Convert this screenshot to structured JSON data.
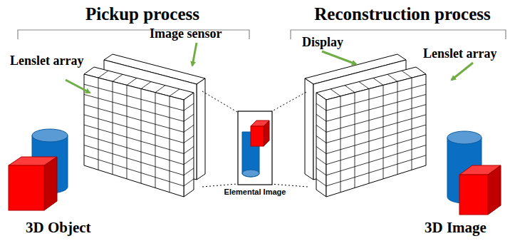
{
  "diagram": {
    "nodes": [
      {
        "text": [
          "Elemental Image"
        ]
      }
    ],
    "labels": [
      "Pickup process",
      "Reconstruction process",
      "Lenslet array",
      "Image sensor",
      "Display",
      "Lenslet array",
      "3D Object",
      "3D Image"
    ]
  }
}
